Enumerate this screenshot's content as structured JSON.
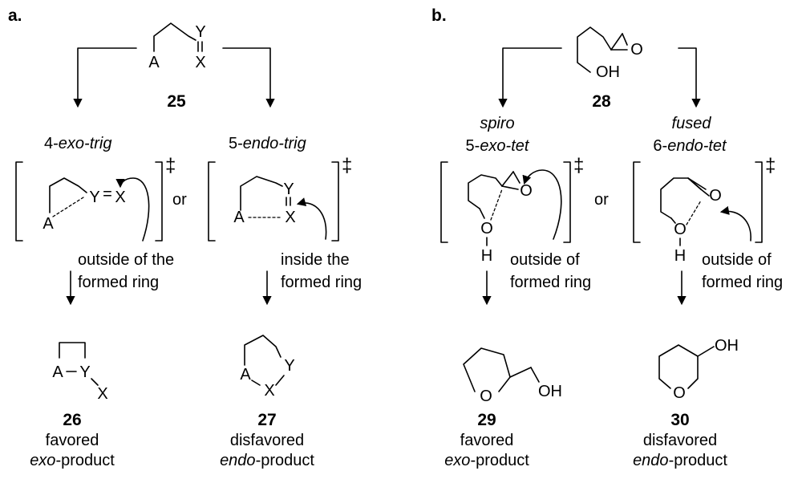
{
  "panels": {
    "a": "a.",
    "b": "b."
  },
  "atoms": {
    "A": "A",
    "X": "X",
    "Y": "Y",
    "O": "O",
    "OH": "OH",
    "H": "H",
    "eq": "="
  },
  "compounds": {
    "c25": "25",
    "c26": "26",
    "c27": "27",
    "c28": "28",
    "c29": "29",
    "c30": "30"
  },
  "modes": {
    "exo_trig_num": "4-",
    "exo_trig_it": "exo-trig",
    "endo_trig_num": "5-",
    "endo_trig_it": "endo-trig",
    "spiro": "spiro",
    "exo_tet_num": "5-",
    "exo_tet_it": "exo-tet",
    "fused": "fused",
    "endo_tet_num": "6-",
    "endo_tet_it": "endo-tet"
  },
  "connector": "or",
  "dagger": "‡",
  "notes": {
    "a_left_1": "outside of the",
    "a_left_2": "formed ring",
    "a_right_1": "inside the",
    "a_right_2": "formed ring",
    "b_left_1": "outside of",
    "b_left_2": "formed ring",
    "b_right_1": "outside of",
    "b_right_2": "formed ring"
  },
  "outcomes": {
    "favored": "favored",
    "disfavored": "disfavored",
    "exo": "exo",
    "endo": "endo",
    "product_suffix": "-product"
  }
}
